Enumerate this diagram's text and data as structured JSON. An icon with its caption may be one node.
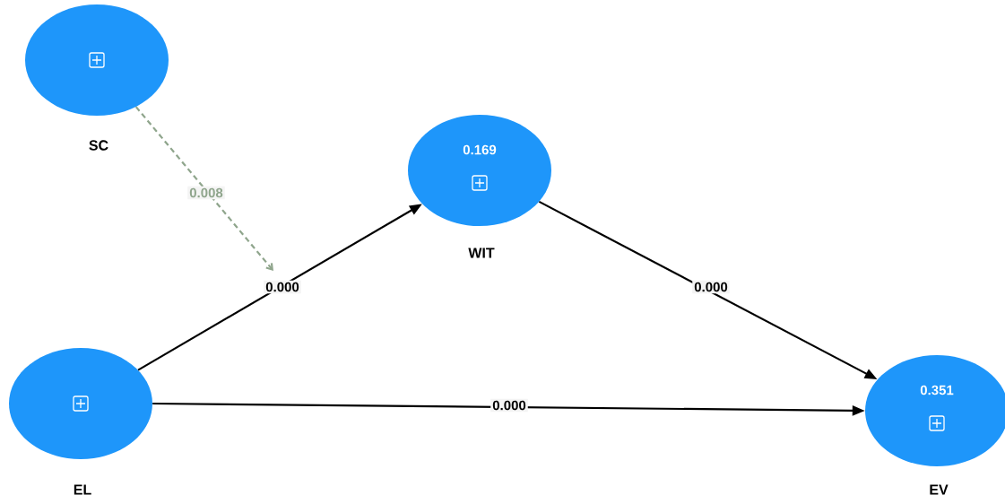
{
  "diagram": {
    "nodes": [
      {
        "text": [
          "SC"
        ]
      },
      {
        "text": [
          "0.169",
          "WIT"
        ]
      },
      {
        "text": [
          "EL"
        ]
      },
      {
        "text": [
          "0.351",
          "EV"
        ]
      }
    ],
    "edges": [
      {
        "from": 0,
        "to": null,
        "arrow": "to",
        "label": "0.008",
        "style": "dashed",
        "color": "#8fa58c"
      },
      {
        "from": 2,
        "to": 1,
        "arrow": "to",
        "label": "0.000"
      },
      {
        "from": 1,
        "to": 3,
        "arrow": "to",
        "label": "0.000"
      },
      {
        "from": 2,
        "to": 3,
        "arrow": "to",
        "label": "0.000"
      }
    ]
  }
}
